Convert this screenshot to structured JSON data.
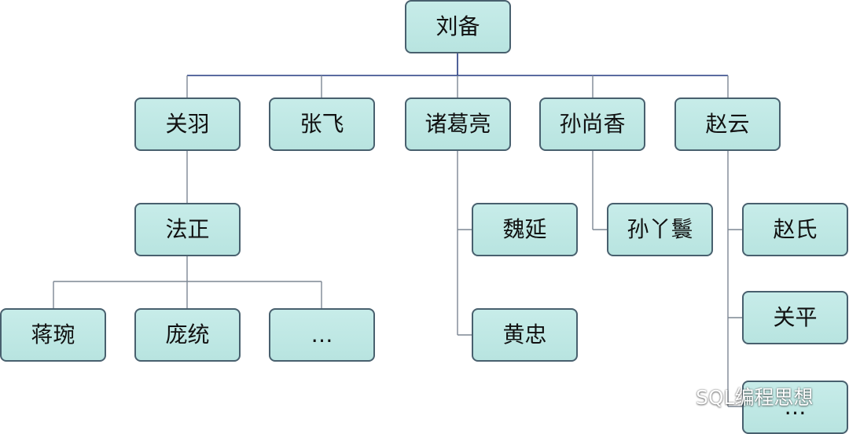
{
  "diagram": {
    "nodes": {
      "liubei": "刘备",
      "guanyu": "关羽",
      "zhangfei": "张飞",
      "zhugeliang": "诸葛亮",
      "sunshangxiang": "孙尚香",
      "zhaoyun": "赵云",
      "fazheng": "法正",
      "weiyan": "魏延",
      "sunyahuan": "孙丫鬟",
      "zhaoshi": "赵氏",
      "jiangwan": "蒋琬",
      "pangtong": "庞统",
      "fazheng_more": "…",
      "huangzhong": "黄忠",
      "guanping": "关平",
      "zhaoyun_more": "…"
    }
  },
  "watermark": {
    "text": "SQL编程思想",
    "icon": "wechat-icon"
  }
}
